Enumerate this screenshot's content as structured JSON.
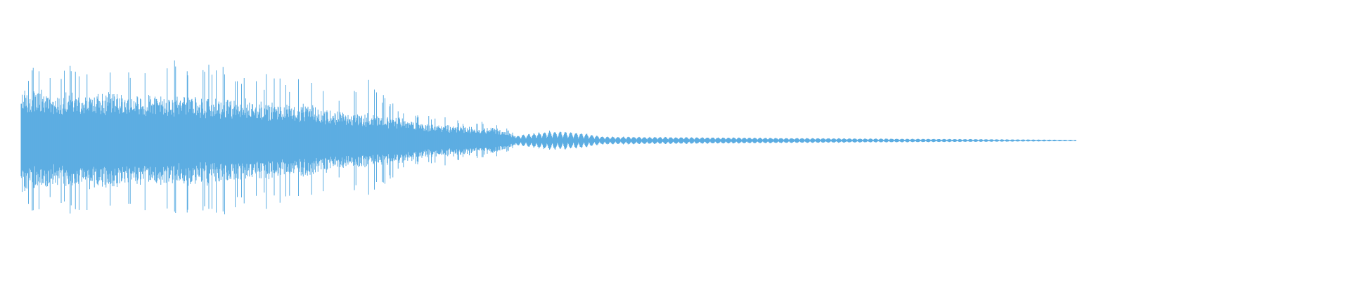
{
  "waveform": {
    "color": "#5dade2",
    "background": "#ffffff",
    "envelope": [
      {
        "t": 0.0,
        "peak": 0.82,
        "body": 0.63
      },
      {
        "t": 0.01,
        "peak": 0.9,
        "body": 0.64
      },
      {
        "t": 0.03,
        "peak": 0.85,
        "body": 0.58
      },
      {
        "t": 0.05,
        "peak": 0.98,
        "body": 0.62
      },
      {
        "t": 0.07,
        "peak": 0.95,
        "body": 0.6
      },
      {
        "t": 0.1,
        "peak": 0.94,
        "body": 0.58
      },
      {
        "t": 0.13,
        "peak": 1.0,
        "body": 0.57
      },
      {
        "t": 0.16,
        "peak": 0.96,
        "body": 0.55
      },
      {
        "t": 0.19,
        "peak": 0.94,
        "body": 0.52
      },
      {
        "t": 0.22,
        "peak": 0.84,
        "body": 0.5
      },
      {
        "t": 0.25,
        "peak": 0.78,
        "body": 0.46
      },
      {
        "t": 0.28,
        "peak": 0.76,
        "body": 0.42
      },
      {
        "t": 0.3,
        "peak": 0.52,
        "body": 0.36
      },
      {
        "t": 0.33,
        "peak": 0.8,
        "body": 0.33
      },
      {
        "t": 0.36,
        "peak": 0.36,
        "body": 0.28
      },
      {
        "t": 0.38,
        "peak": 0.3,
        "body": 0.22
      },
      {
        "t": 0.4,
        "peak": 0.33,
        "body": 0.2
      },
      {
        "t": 0.42,
        "peak": 0.22,
        "body": 0.18
      },
      {
        "t": 0.45,
        "peak": 0.24,
        "body": 0.16
      },
      {
        "t": 0.47,
        "peak": 0.06,
        "body": 0.05
      },
      {
        "t": 0.5,
        "peak": 0.12,
        "body": 0.08
      },
      {
        "t": 0.53,
        "peak": 0.1,
        "body": 0.06
      },
      {
        "t": 0.55,
        "peak": 0.05,
        "body": 0.04
      },
      {
        "t": 0.6,
        "peak": 0.045,
        "body": 0.035
      },
      {
        "t": 0.7,
        "peak": 0.035,
        "body": 0.028
      },
      {
        "t": 0.8,
        "peak": 0.025,
        "body": 0.02
      },
      {
        "t": 0.9,
        "peak": 0.018,
        "body": 0.014
      },
      {
        "t": 0.96,
        "peak": 0.012,
        "body": 0.01
      },
      {
        "t": 1.0,
        "peak": 0.008,
        "body": 0.006
      }
    ]
  }
}
